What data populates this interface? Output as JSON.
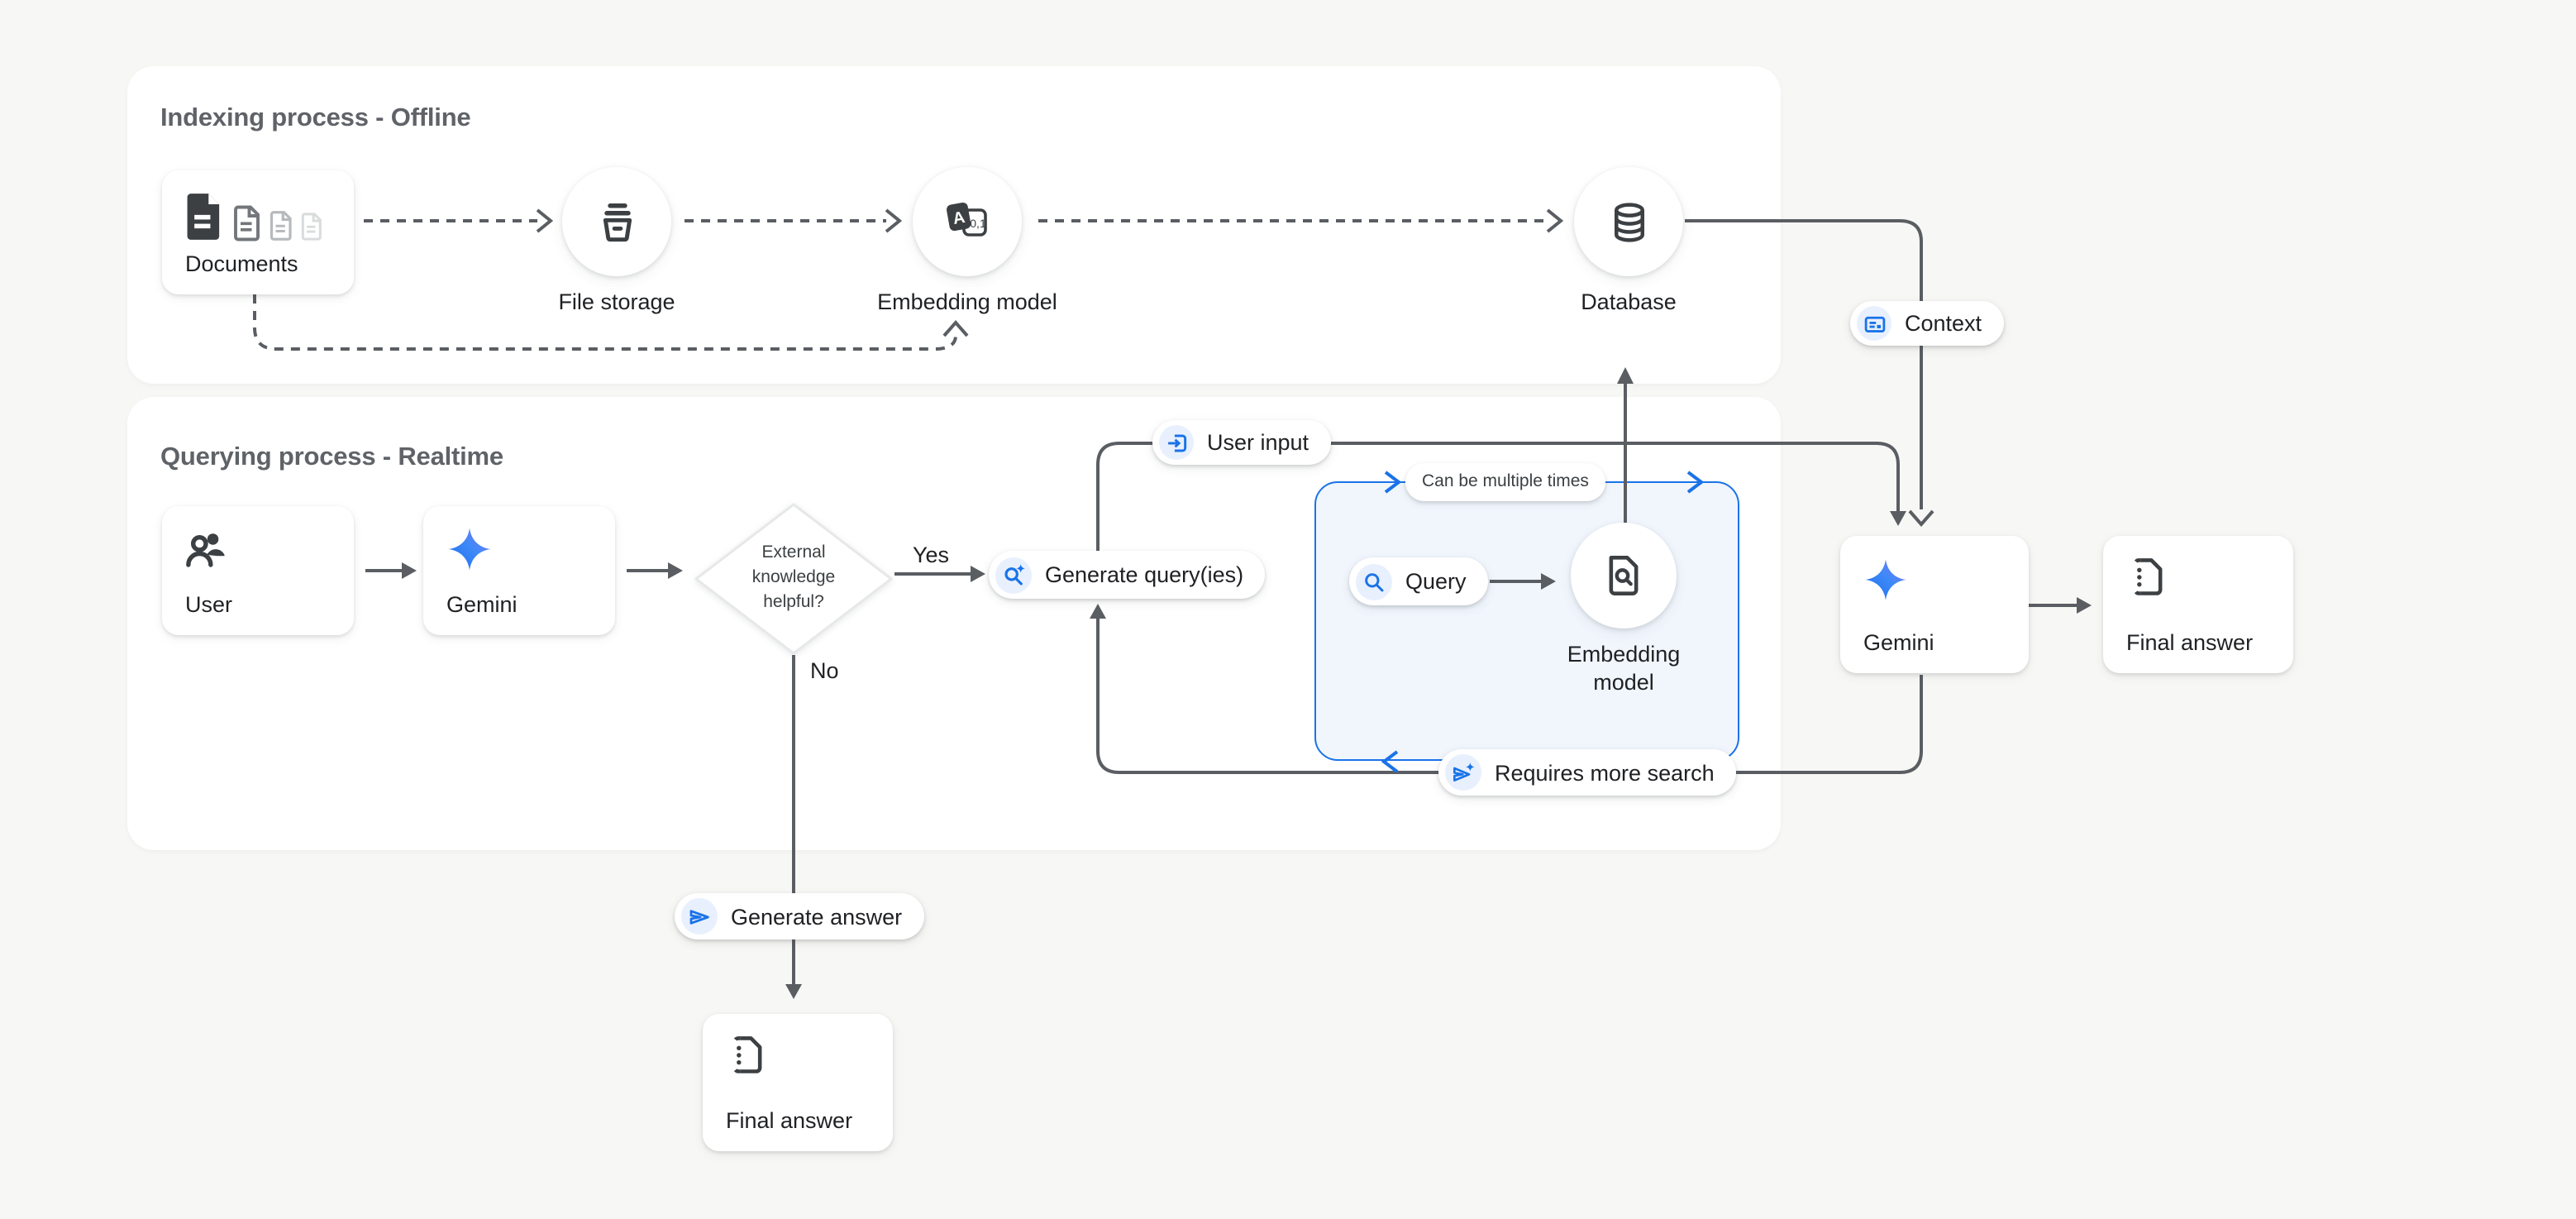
{
  "colors": {
    "background": "#f7f7f5",
    "panel": "#ffffff",
    "line_gray": "#5a5e63",
    "accent_blue": "#1a73e8",
    "icon_chip_blue": "#e8f0fe",
    "loop_box_fill": "#f1f6fd",
    "title_gray": "#5f6368",
    "text_dark": "#202124",
    "gemini_gradient_start": "#1f6ff0",
    "gemini_gradient_end": "#8d6df5"
  },
  "indexing": {
    "title": "Indexing process - Offline",
    "nodes": {
      "documents": "Documents",
      "file_storage": "File storage",
      "embedding_model": "Embedding model",
      "database": "Database"
    }
  },
  "querying": {
    "title": "Querying process - Realtime",
    "nodes": {
      "user": "User",
      "gemini": "Gemini",
      "decision": "External knowledge helpful?",
      "yes": "Yes",
      "no": "No",
      "generate_query": "Generate query(ies)",
      "query": "Query",
      "embedding_model": "Embedding model",
      "gemini_right": "Gemini",
      "final_answer_right": "Final answer",
      "generate_answer": "Generate answer",
      "final_answer_bottom": "Final answer"
    },
    "labels": {
      "user_input": "User input",
      "context": "Context",
      "can_be_multiple": "Can be multiple times",
      "requires_more": "Requires more search"
    }
  }
}
